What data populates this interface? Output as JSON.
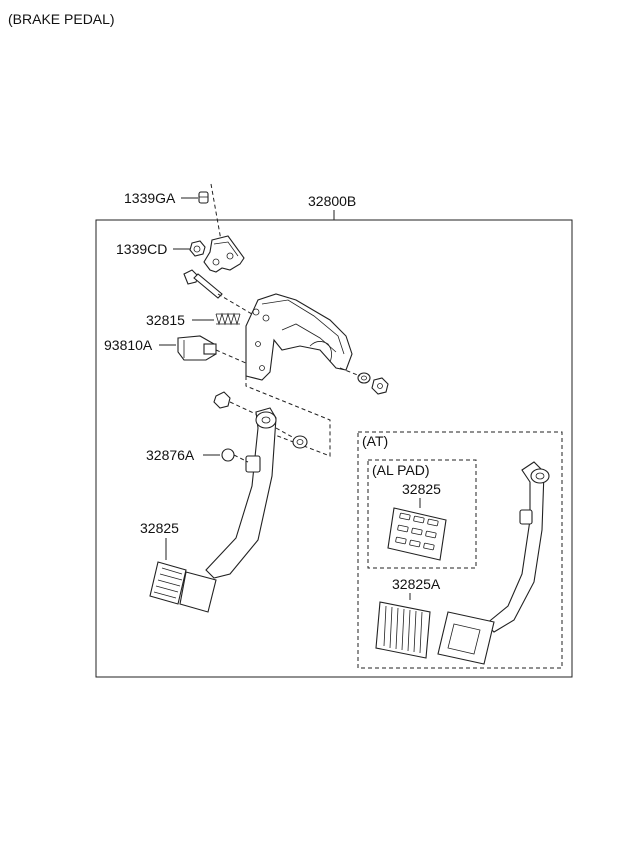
{
  "title": "(BRAKE PEDAL)",
  "assembly": {
    "part_no": "32800B"
  },
  "callouts": {
    "bolt_1339GA": "1339GA",
    "nut_1339CD": "1339CD",
    "spring_32815": "32815",
    "switch_93810A": "93810A",
    "bushing_32876A": "32876A",
    "pad_32825": "32825"
  },
  "at_section": {
    "label": "(AT)",
    "al_pad": {
      "label": "(AL PAD)",
      "part_no": "32825"
    },
    "pad_32825A": "32825A"
  }
}
